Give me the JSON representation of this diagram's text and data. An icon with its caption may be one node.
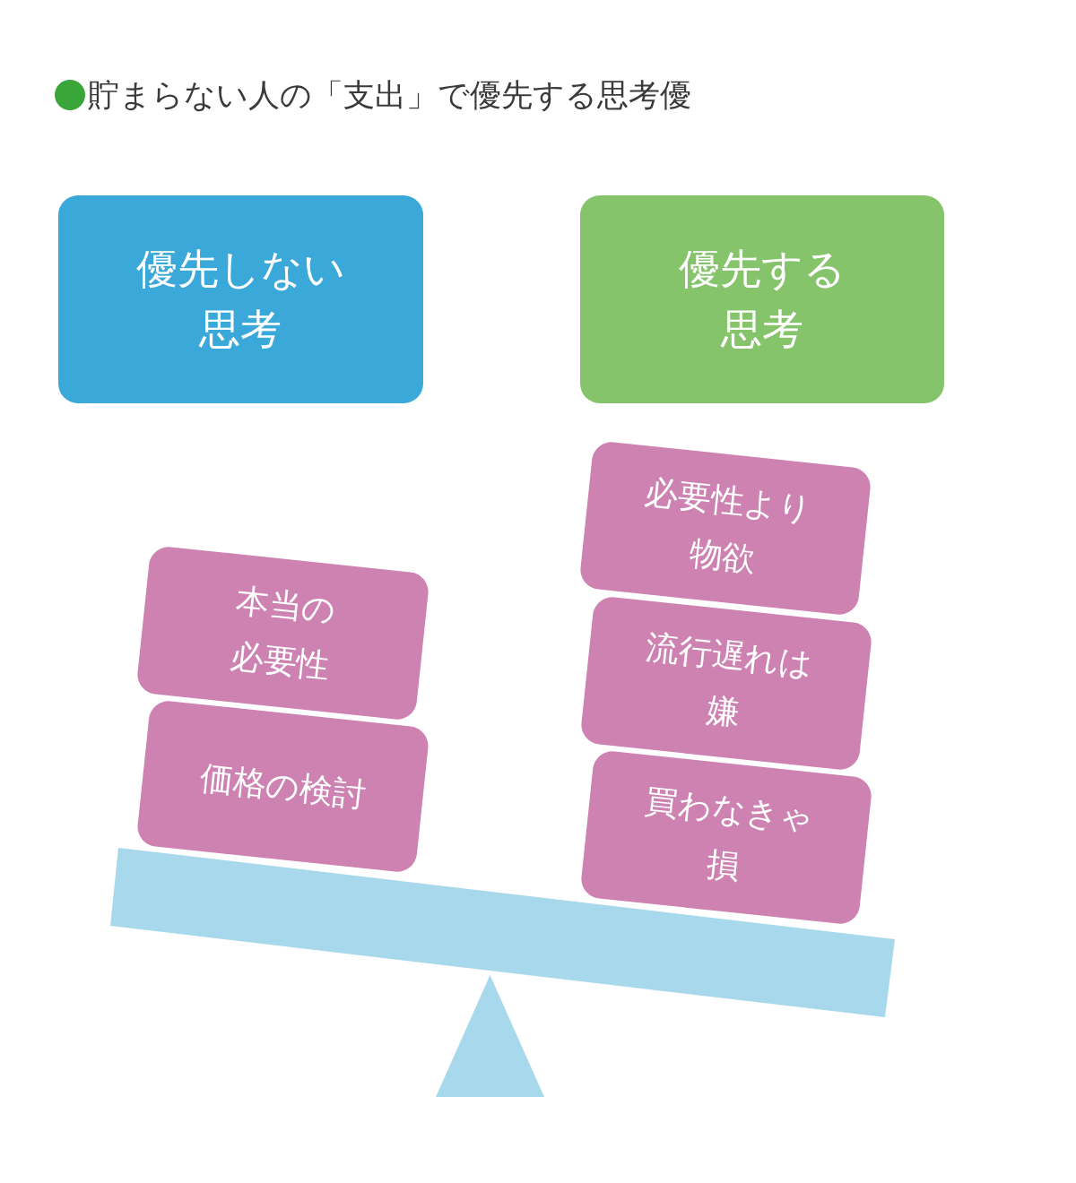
{
  "diagram": {
    "title": "貯まらない人の「支出」で優先する思考優",
    "nodes": [
      {
        "text": [
          "優先しない思考"
        ]
      },
      {
        "text": [
          "優先する思考"
        ]
      },
      {
        "text": [
          "本当の必要性"
        ]
      },
      {
        "text": [
          "価格の検討"
        ]
      },
      {
        "text": [
          "必要性より物欲"
        ]
      },
      {
        "text": [
          "流行遅れは嫌"
        ]
      },
      {
        "text": [
          "買わなきゃ損"
        ]
      },
      {
        "text": [],
        "shape": "bar"
      },
      {
        "text": [],
        "shape": "triangle"
      }
    ]
  }
}
